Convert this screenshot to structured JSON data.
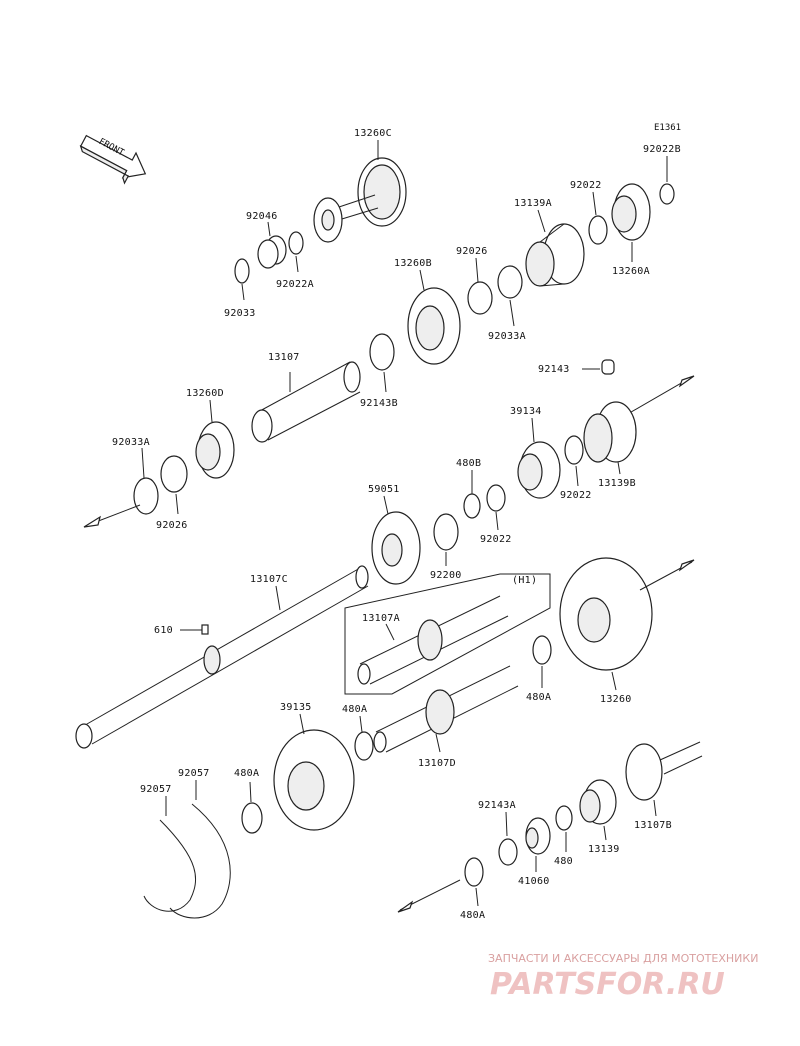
{
  "diagram": {
    "code": "E1361",
    "front_label": "FRONT",
    "h1_label": "(H1)"
  },
  "parts": {
    "p13260C": "13260C",
    "p92046": "92046",
    "p92022A": "92022A",
    "p92033": "92033",
    "p92022B": "92022B",
    "p92022_top": "92022",
    "p13139A": "13139A",
    "p13260A": "13260A",
    "p92026_top": "92026",
    "p92033A_top": "92033A",
    "p13260B": "13260B",
    "p13107": "13107",
    "p92143B": "92143B",
    "p13260D": "13260D",
    "p92033A_left": "92033A",
    "p92026_left": "92026",
    "p92143": "92143",
    "p39134": "39134",
    "p13139B": "13139B",
    "p92022_mid": "92022",
    "p480B": "480B",
    "p92022_mid2": "92022",
    "p59051": "59051",
    "p92200": "92200",
    "p13107C": "13107C",
    "p610": "610",
    "p13107A": "13107A",
    "p480A_mid": "480A",
    "p13260": "13260",
    "p39135": "39135",
    "p480A_left": "480A",
    "p13107D": "13107D",
    "p92057_a": "92057",
    "p92057_b": "92057",
    "p480A_bl": "480A",
    "p92143A": "92143A",
    "p13107B": "13107B",
    "p13139": "13139",
    "p480": "480",
    "p41060": "41060",
    "p480A_bottom": "480A"
  },
  "watermark": {
    "tagline": "ЗАПЧАСТИ И АКСЕССУАРЫ ДЛЯ МОТОТЕХНИКИ",
    "logo": "PARTSFOR.RU"
  }
}
